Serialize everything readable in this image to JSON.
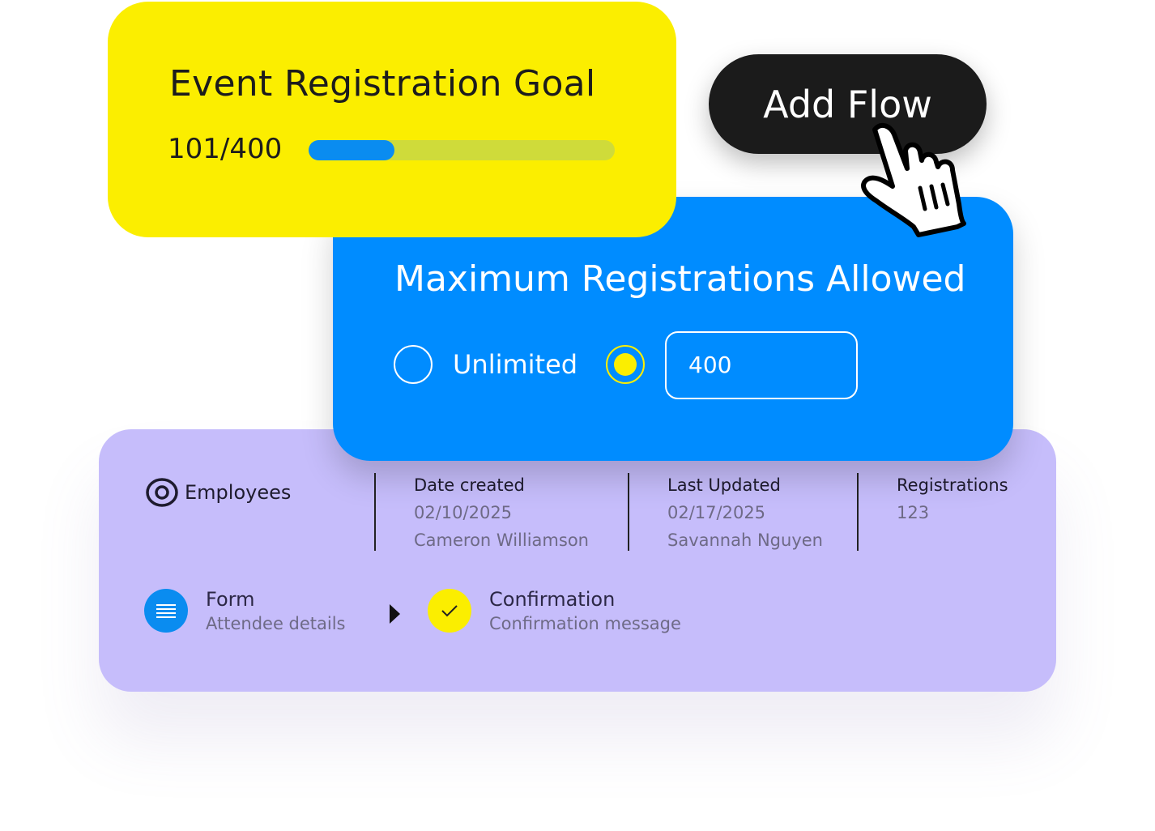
{
  "goal": {
    "title": "Event Registration Goal",
    "current": 101,
    "target": 400,
    "count_label": "101/400",
    "progress_fraction": 0.2525
  },
  "add_flow": {
    "label": "Add Flow"
  },
  "max_reg": {
    "title": "Maximum Registrations Allowed",
    "option_unlimited": "Unlimited",
    "selected": "limit",
    "limit_value": "400"
  },
  "details": {
    "group": "Employees",
    "columns": [
      {
        "header": "Date created",
        "date": "02/10/2025",
        "person": "Cameron Williamson"
      },
      {
        "header": "Last Updated",
        "date": "02/17/2025",
        "person": "Savannah Nguyen"
      },
      {
        "header": "Registrations",
        "value": "123"
      }
    ],
    "steps": [
      {
        "title": "Form",
        "subtitle": "Attendee details",
        "icon": "list-icon"
      },
      {
        "title": "Confirmation",
        "subtitle": "Confirmation message",
        "icon": "check-icon"
      }
    ]
  },
  "colors": {
    "yellow": "#fbee00",
    "blue": "#008cff",
    "purple": "#c6bdfb",
    "dark": "#1b1b1b"
  }
}
